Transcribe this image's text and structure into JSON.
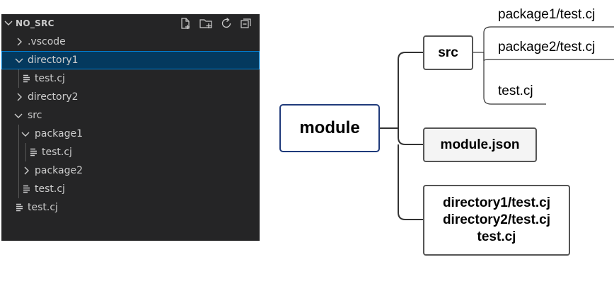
{
  "explorer": {
    "title": "NO_SRC",
    "toolbar": [
      {
        "icon": "new-file-icon"
      },
      {
        "icon": "new-folder-icon"
      },
      {
        "icon": "refresh-icon"
      },
      {
        "icon": "collapse-all-icon"
      }
    ],
    "rows": [
      {
        "label": ".vscode",
        "kind": "folder",
        "expanded": false,
        "depth": 1
      },
      {
        "label": "directory1",
        "kind": "folder",
        "expanded": true,
        "depth": 1,
        "selected": true
      },
      {
        "label": "test.cj",
        "kind": "file",
        "depth": 2
      },
      {
        "label": "directory2",
        "kind": "folder",
        "expanded": false,
        "depth": 1
      },
      {
        "label": "src",
        "kind": "folder",
        "expanded": true,
        "depth": 1
      },
      {
        "label": "package1",
        "kind": "folder",
        "expanded": true,
        "depth": 2
      },
      {
        "label": "test.cj",
        "kind": "file",
        "depth": 3
      },
      {
        "label": "package2",
        "kind": "folder",
        "expanded": false,
        "depth": 2
      },
      {
        "label": "test.cj",
        "kind": "file",
        "depth": 2
      },
      {
        "label": "test.cj",
        "kind": "file",
        "depth": 1
      }
    ]
  },
  "mindmap": {
    "root": "module",
    "children": {
      "src": "src",
      "module_json": "module.json",
      "dirs": [
        "directory1/test.cj",
        "directory2/test.cj",
        "test.cj"
      ]
    },
    "src_leaves": [
      "package1/test.cj",
      "package2/test.cj",
      "test.cj"
    ]
  },
  "colors": {
    "panel_bg": "#252526",
    "panel_text": "#cccccc",
    "selection_bg": "#04395e",
    "selection_border": "#007fd4",
    "root_border": "#1f3a7a",
    "node_border": "#555555",
    "connector": "#333333"
  }
}
